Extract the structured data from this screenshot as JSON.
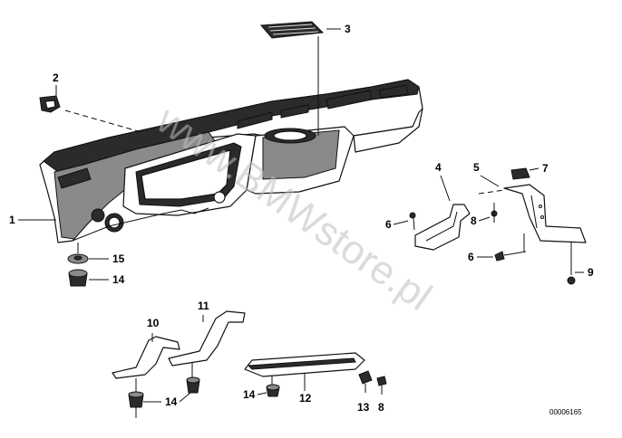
{
  "watermark": "www.BMWstore.pl",
  "diagram_code": "00006165",
  "labels": {
    "p1": "1",
    "p2": "2",
    "p3": "3",
    "p4": "4",
    "p5": "5",
    "p6a": "6",
    "p6b": "6",
    "p7": "7",
    "p8a": "8",
    "p8b": "8",
    "p9": "9",
    "p10": "10",
    "p11": "11",
    "p12": "12",
    "p13": "13",
    "p14a": "14",
    "p14b": "14",
    "p14c": "14",
    "p15": "15"
  }
}
